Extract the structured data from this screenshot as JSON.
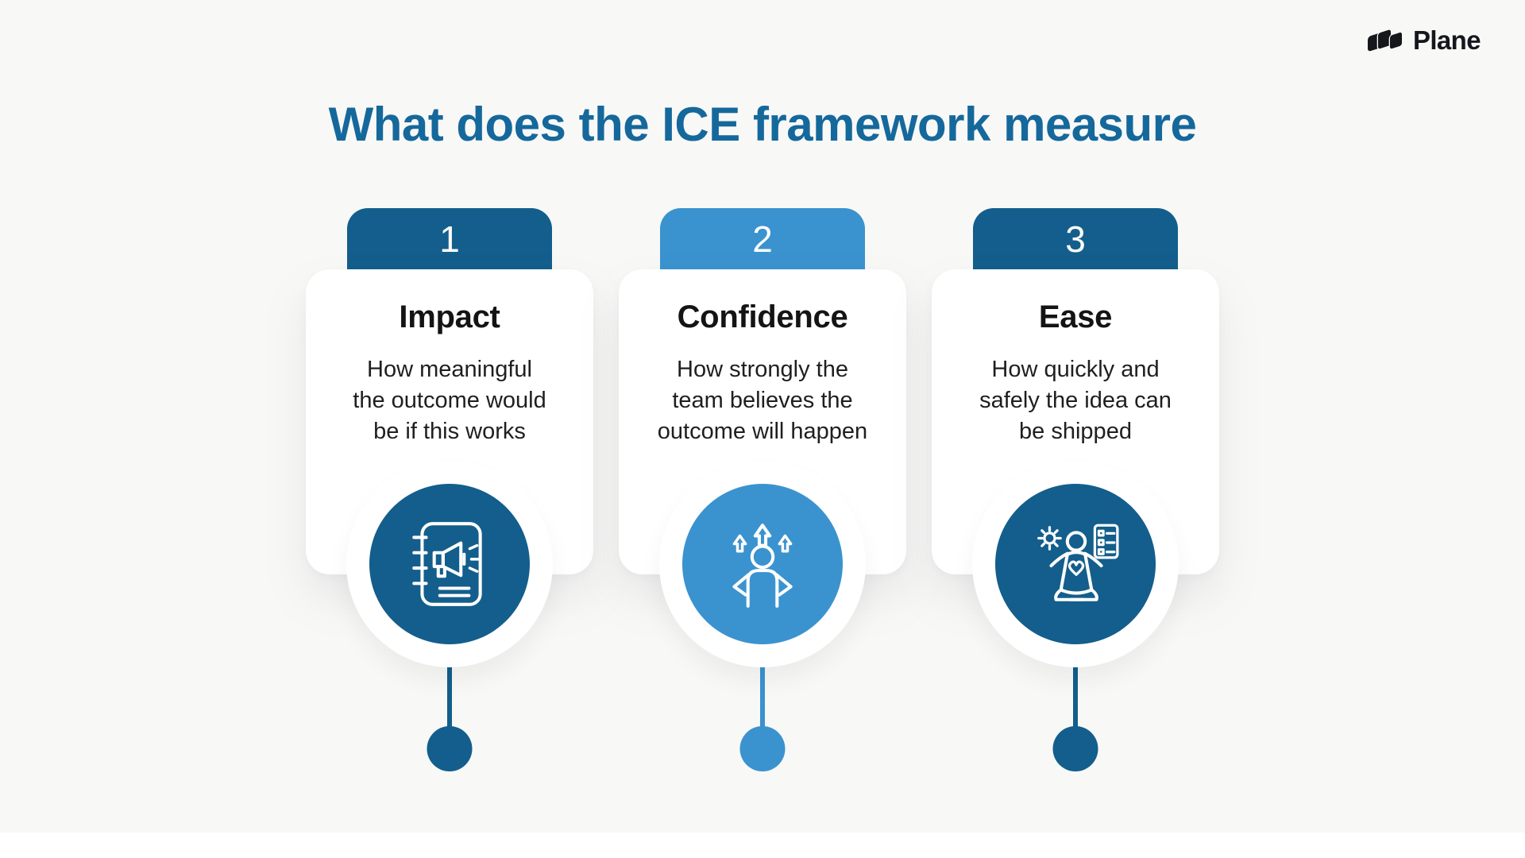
{
  "page": {
    "title": "What does the ICE framework measure",
    "background_color": "#f8f8f7",
    "title_color": "#15689b",
    "bottom_strip_color": "#ffffff"
  },
  "brand": {
    "wordmark": "Plane",
    "logo_icon": "plane-logo-icon",
    "logo_color": "#15171c"
  },
  "colors": {
    "dark_blue": "#135e8c",
    "light_blue": "#3a93cf",
    "card_background": "#ffffff",
    "text_dark": "#1e1f21"
  },
  "cards": [
    {
      "number": "1",
      "title": "Impact",
      "description_lines": [
        "How meaningful",
        "the outcome would",
        "be if this works"
      ],
      "accent": "#135e8c",
      "icon": "notebook-megaphone-icon"
    },
    {
      "number": "2",
      "title": "Confidence",
      "description_lines": [
        "How strongly the",
        "team believes the",
        "outcome will happen"
      ],
      "accent": "#3a93cf",
      "icon": "confident-person-arrows-icon"
    },
    {
      "number": "3",
      "title": "Ease",
      "description_lines": [
        "How quickly and",
        "safely the idea can",
        "be shipped"
      ],
      "accent": "#135e8c",
      "icon": "meditating-person-gear-checklist-icon"
    }
  ]
}
